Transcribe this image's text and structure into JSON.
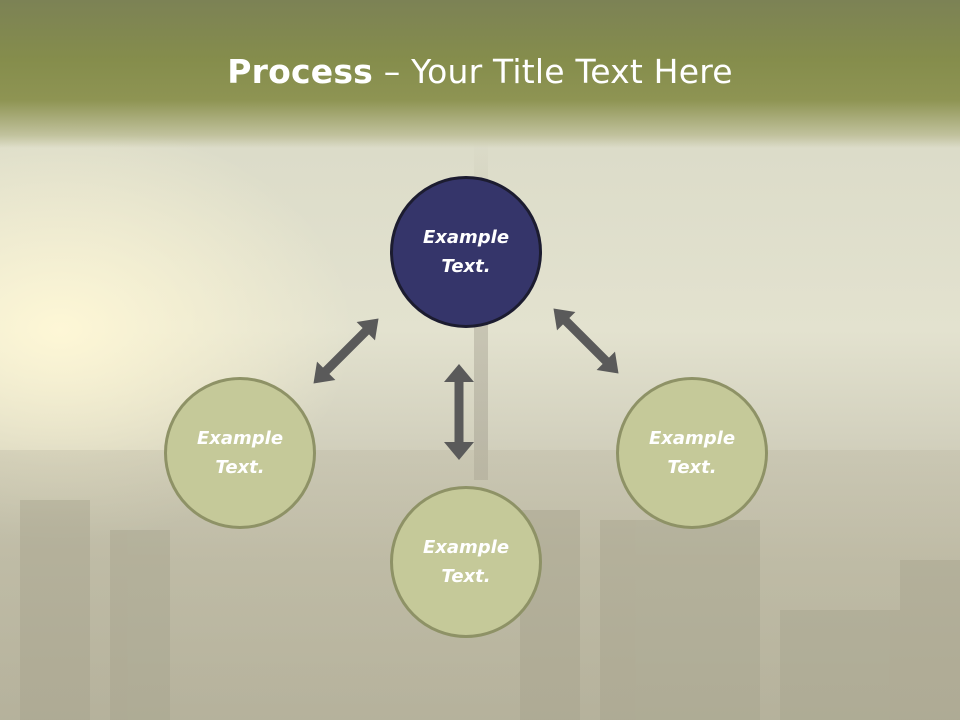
{
  "slide": {
    "title_bold": "Process",
    "title_rest": " – Your Title Text Here"
  },
  "nodes": {
    "top": "Example\nText.",
    "left": "Example\nText.",
    "right": "Example\nText.",
    "bottom": "Example\nText."
  },
  "colors": {
    "header": "#858d4c",
    "primary_circle": "#35356a",
    "secondary_circle": "#c5c999",
    "arrow": "#5a5a5a"
  },
  "icons": [
    "double-arrow-icon"
  ]
}
